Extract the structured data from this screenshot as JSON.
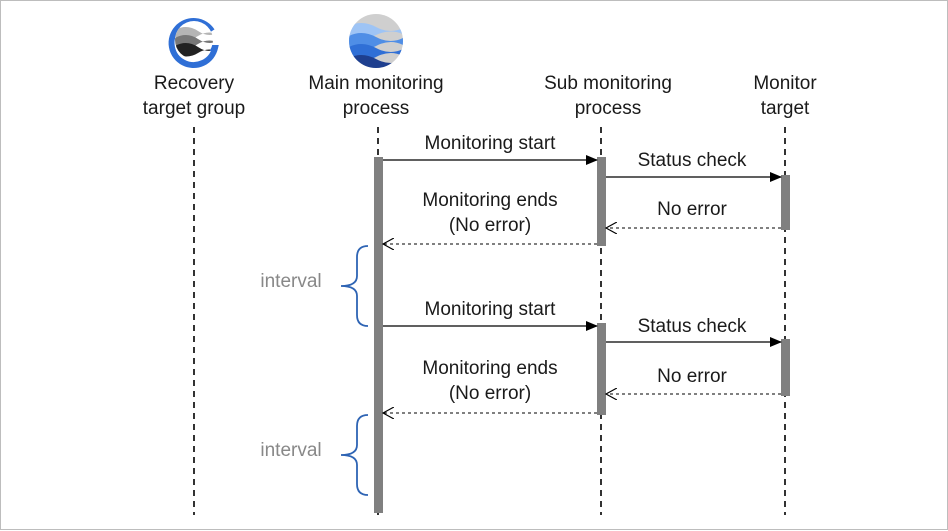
{
  "actors": {
    "recovery_group": {
      "line1": "Recovery",
      "line2": "target group"
    },
    "main_process": {
      "line1": "Main monitoring",
      "line2": "process"
    },
    "sub_process": {
      "line1": "Sub monitoring",
      "line2": "process"
    },
    "monitor_target": {
      "line1": "Monitor",
      "line2": "target"
    }
  },
  "messages": {
    "monitoring_start": "Monitoring start",
    "status_check": "Status check",
    "no_error": "No error",
    "monitoring_ends": "Monitoring ends",
    "no_error_paren": "(No error)"
  },
  "interval_label": "interval",
  "colors": {
    "activation_bar": "#808080",
    "brace": "#2e64b4",
    "interval_text": "#888888",
    "lifeline": "#000000",
    "logo_blue": "#2f6fd6",
    "logo_dark": "#1e3f8f"
  },
  "icons": {
    "recovery_group": "group-logo-icon",
    "main_process": "monitor-waves-icon"
  }
}
